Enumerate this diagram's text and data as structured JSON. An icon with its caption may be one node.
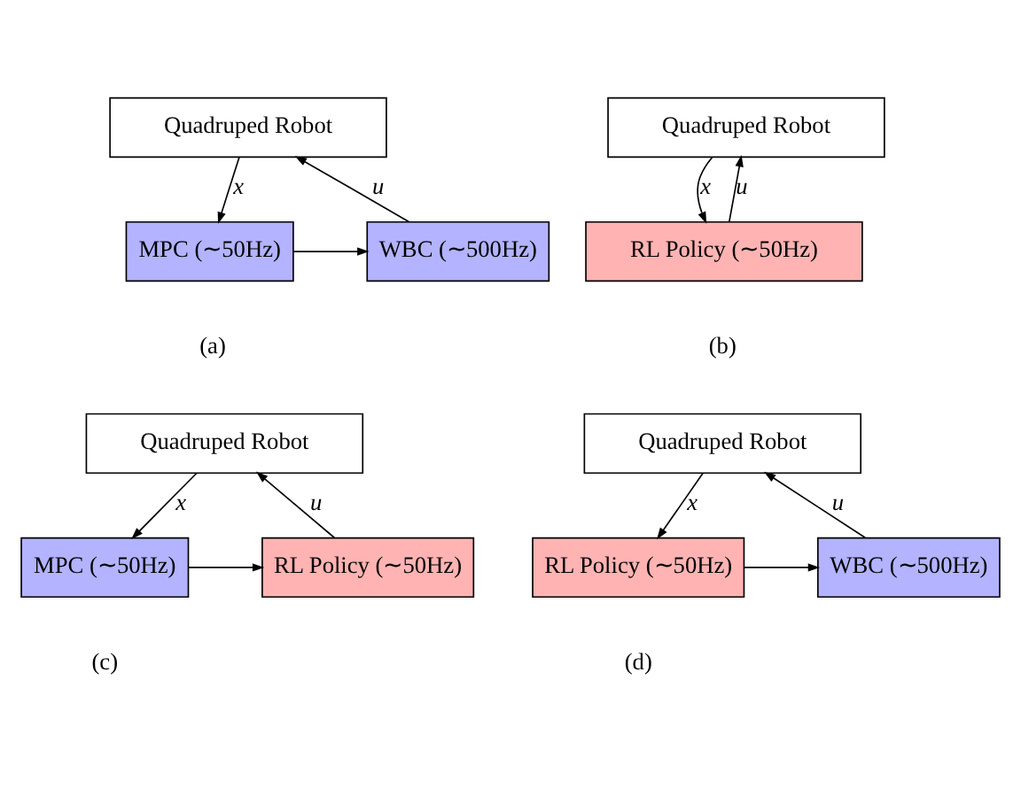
{
  "diagram": {
    "nodes": [
      {
        "text": [
          "Quadruped Robot"
        ]
      },
      {
        "text": [
          "MPC (∼50Hz)"
        ]
      },
      {
        "text": [
          "WBC (∼500Hz)"
        ]
      },
      {
        "text": [
          "Quadruped Robot"
        ]
      },
      {
        "text": [
          "RL Policy (∼50Hz)"
        ]
      },
      {
        "text": [
          "Quadruped Robot"
        ]
      },
      {
        "text": [
          "MPC (∼50Hz)"
        ]
      },
      {
        "text": [
          "RL Policy (∼50Hz)"
        ]
      },
      {
        "text": [
          "Quadruped Robot"
        ]
      },
      {
        "text": [
          "RL Policy (∼50Hz)"
        ]
      },
      {
        "text": [
          "WBC (∼500Hz)"
        ]
      }
    ],
    "edges": [
      {
        "from": 0,
        "to": 1,
        "arrow": "to",
        "label": "x"
      },
      {
        "from": 1,
        "to": 2,
        "arrow": "to"
      },
      {
        "from": 2,
        "to": 0,
        "arrow": "to",
        "label": "u"
      },
      {
        "from": 3,
        "to": 4,
        "arrow": "to",
        "label": "x"
      },
      {
        "from": 4,
        "to": 3,
        "arrow": "to",
        "label": "u"
      },
      {
        "from": 5,
        "to": 6,
        "arrow": "to",
        "label": "x"
      },
      {
        "from": 6,
        "to": 7,
        "arrow": "to"
      },
      {
        "from": 7,
        "to": 5,
        "arrow": "to",
        "label": "u"
      },
      {
        "from": 8,
        "to": 9,
        "arrow": "to",
        "label": "x"
      },
      {
        "from": 9,
        "to": 10,
        "arrow": "to"
      },
      {
        "from": 10,
        "to": 8,
        "arrow": "to",
        "label": "u"
      }
    ],
    "labels": [
      "(a)",
      "(b)",
      "(c)",
      "(d)"
    ]
  }
}
